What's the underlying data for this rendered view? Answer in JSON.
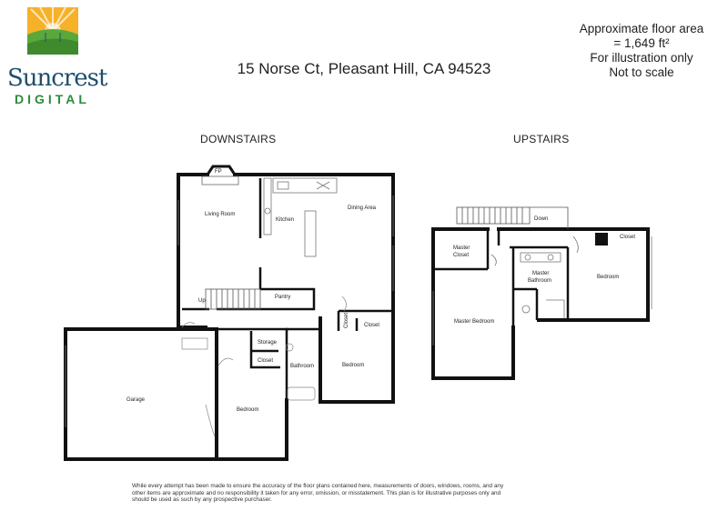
{
  "brand": {
    "name": "Suncrest",
    "sub": "DIGITAL",
    "colors": {
      "name": "#1f4e6e",
      "sub": "#2f8a3b",
      "sun": "#f6b128",
      "hill": "#5aa83c"
    }
  },
  "address": "15 Norse Ct, Pleasant Hill, CA 94523",
  "area_note": {
    "line1": "Approximate floor area",
    "line2": "= 1,649 ft²",
    "line3": "For illustration only",
    "line4": "Not to scale"
  },
  "downstairs": {
    "title": "DOWNSTAIRS",
    "rooms": {
      "fp": "FP",
      "living_room": "Living Room",
      "kitchen": "Kitchen",
      "dining_area": "Dining Area",
      "up": "Up",
      "pantry": "Pantry",
      "closet_hall": "Closet",
      "closet_bed": "Closet",
      "storage": "Storage",
      "closet_small": "Closet",
      "bathroom": "Bathroom",
      "bedroom_right": "Bedroom",
      "garage": "Garage",
      "bedroom_left": "Bedroom"
    }
  },
  "upstairs": {
    "title": "UPSTAIRS",
    "rooms": {
      "down": "Down",
      "master_closet_1": "Master",
      "master_closet_2": "Closet",
      "master_bath_1": "Master",
      "master_bath_2": "Bathroom",
      "closet": "Closet",
      "bedroom": "Bedroom",
      "master_bedroom": "Master Bedroom"
    }
  },
  "disclaimer": "While every attempt has been made to ensure the accuracy of the floor plans contained here, measurements of doors, windows, rooms, and any other items are approximate and no responsibility it taken for any error, omission, or misstatement. This plan is for illustrative purposes only and should be used as such by any prospective purchaser."
}
